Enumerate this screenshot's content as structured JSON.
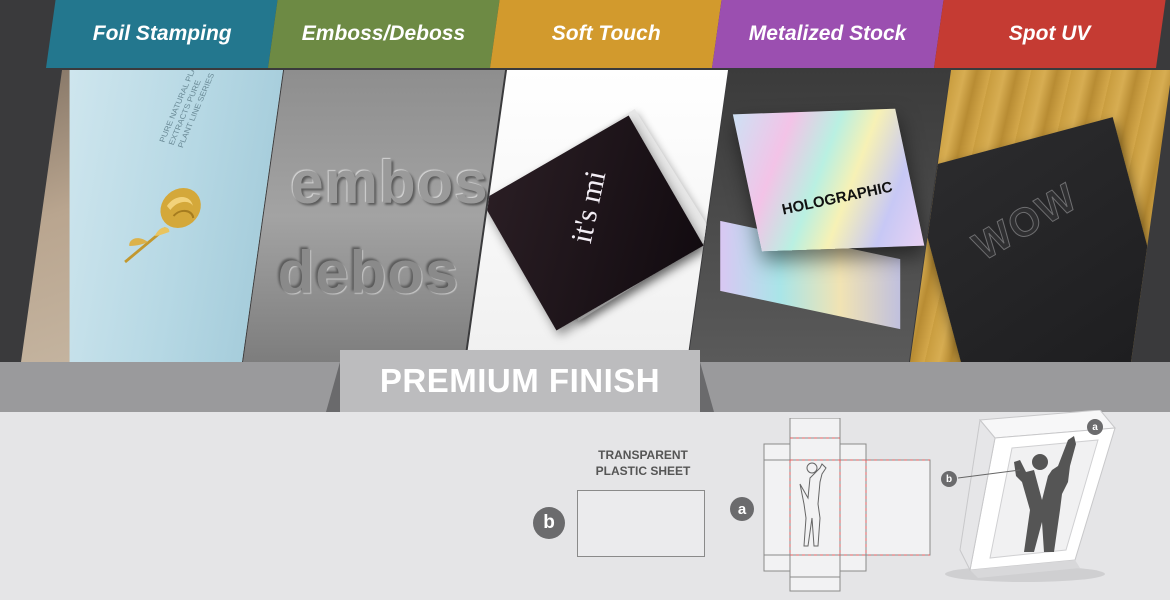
{
  "finishes": [
    {
      "label": "Foil Stamping",
      "color": "#23778e"
    },
    {
      "label": "Emboss/Deboss",
      "color": "#6d8a44"
    },
    {
      "label": "Soft Touch",
      "color": "#d29a2d"
    },
    {
      "label": "Metalized Stock",
      "color": "#9b4fb0"
    },
    {
      "label": "Spot UV",
      "color": "#c53b33"
    }
  ],
  "panel_texts": {
    "foil_box_text": "PURE NATURAL PLANT EXTRACTS PURE PLANT LINE SERIES",
    "emboss_word": "embos",
    "deboss_word": "debos",
    "soft_touch_logo": "it's mi",
    "holographic": "HOLOGRAPHIC",
    "spot_uv_logo": "WOW"
  },
  "banner": {
    "title": "PREMIUM FINISH"
  },
  "diagram": {
    "sheet_label_line1": "TRANSPARENT",
    "sheet_label_line2": "PLASTIC SHEET",
    "badge_b": "b",
    "badge_a": "a"
  }
}
